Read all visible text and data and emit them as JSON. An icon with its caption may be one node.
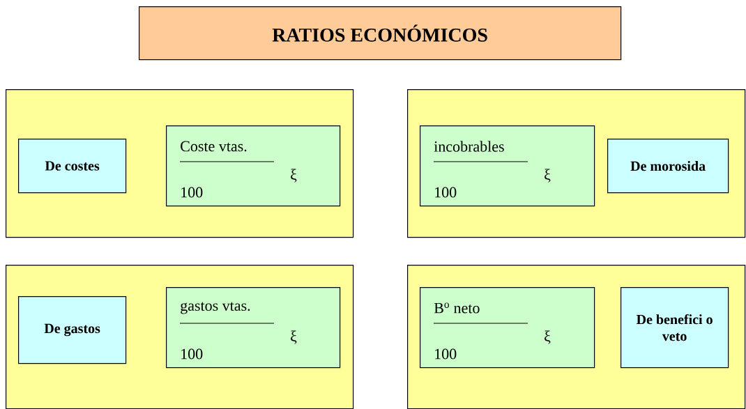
{
  "diagram": {
    "nodes": [
      {
        "text": [
          "RATIOS ECONÓMICOS"
        ]
      },
      {
        "text": [],
        "shape": "box"
      },
      {
        "text": [
          "De costes"
        ],
        "in": 1
      },
      {
        "text": [
          "Coste vtas.",
          "ξ",
          "100"
        ],
        "in": 1
      },
      {
        "text": [],
        "shape": "box"
      },
      {
        "text": [
          "incobrables",
          "ξ",
          "100"
        ],
        "in": 4
      },
      {
        "text": [
          "De morosida"
        ],
        "in": 4
      },
      {
        "text": [],
        "shape": "box"
      },
      {
        "text": [
          "De gastos"
        ],
        "in": 7
      },
      {
        "text": [
          "gastos vtas.",
          "ξ",
          "100"
        ],
        "in": 7
      },
      {
        "text": [],
        "shape": "box"
      },
      {
        "text": [
          "B$^{o}$ neto",
          "ξ",
          "100"
        ],
        "in": 10
      },
      {
        "text": [
          "De benefici o veto"
        ],
        "in": 10
      }
    ]
  }
}
